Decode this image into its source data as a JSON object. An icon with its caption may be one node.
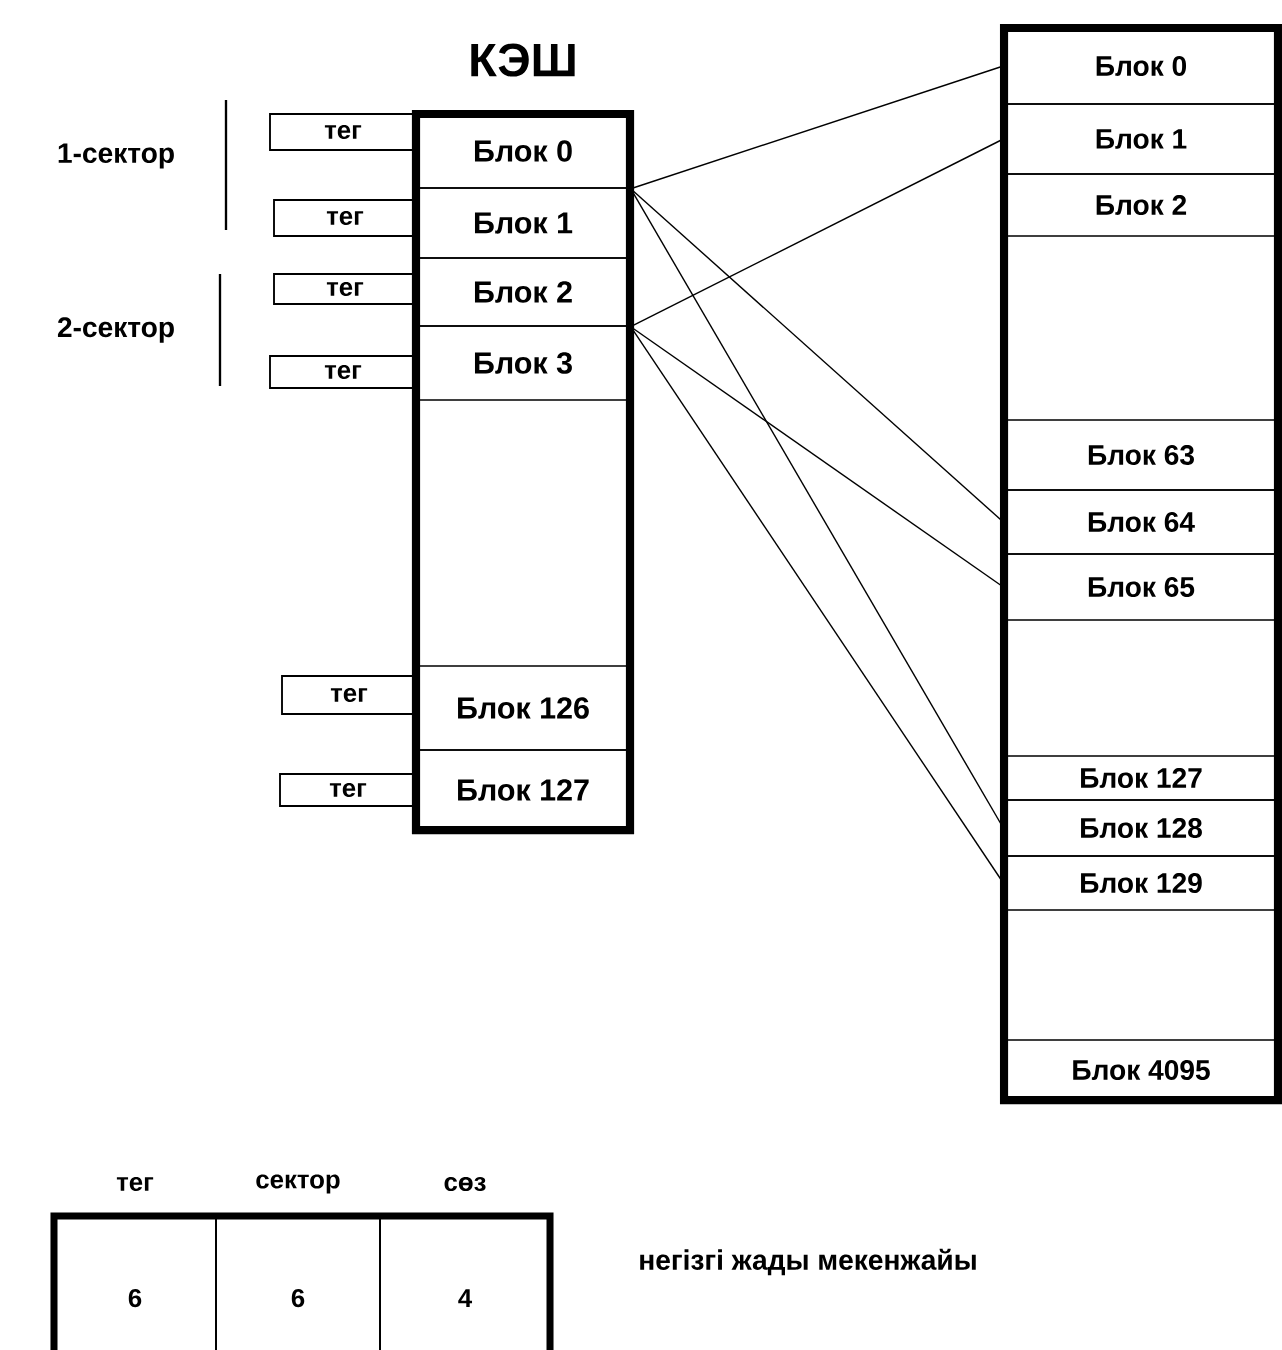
{
  "diagram": {
    "nodes": [
      {
        "text": [
          "КЭШ"
        ]
      },
      {
        "text": [
          "Блок 0"
        ],
        "in": 0
      },
      {
        "text": [
          "Блок 1"
        ],
        "in": 0
      },
      {
        "text": [
          "Блок 2"
        ],
        "in": 0
      },
      {
        "text": [
          "Блок 3"
        ],
        "in": 0
      },
      {
        "text": [
          "Блок 126"
        ],
        "in": 0
      },
      {
        "text": [
          "Блок 127"
        ],
        "in": 0
      },
      {
        "text": [
          "тег"
        ]
      },
      {
        "text": [
          "тег"
        ]
      },
      {
        "text": [
          "тег"
        ]
      },
      {
        "text": [
          "тег"
        ]
      },
      {
        "text": [
          "тег"
        ]
      },
      {
        "text": [
          "тег"
        ]
      },
      {
        "text": [],
        "shape": "box"
      },
      {
        "text": [
          "Блок 0"
        ],
        "in": 13
      },
      {
        "text": [
          "Блок 1"
        ],
        "in": 13
      },
      {
        "text": [
          "Блок 2"
        ],
        "in": 13
      },
      {
        "text": [
          "Блок 63"
        ],
        "in": 13
      },
      {
        "text": [
          "Блок 64"
        ],
        "in": 13
      },
      {
        "text": [
          "Блок 65"
        ],
        "in": 13
      },
      {
        "text": [
          "Блок 127"
        ],
        "in": 13
      },
      {
        "text": [
          "Блок 128"
        ],
        "in": 13
      },
      {
        "text": [
          "Блок 129"
        ],
        "in": 13
      },
      {
        "text": [
          "Блок 4095"
        ],
        "in": 13
      },
      {
        "text": [],
        "shape": "box",
        "beside": [
          "негізгі жады мекенжайы"
        ]
      },
      {
        "text": [
          "тег",
          "6"
        ],
        "in": 24
      },
      {
        "text": [
          "сектор",
          "6"
        ],
        "in": 24
      },
      {
        "text": [
          "сөз",
          "4"
        ],
        "in": 24
      }
    ],
    "edges": [
      {
        "from": 1,
        "to": 14,
        "arrow": "none"
      },
      {
        "from": 1,
        "to": 18,
        "arrow": "none"
      },
      {
        "from": 1,
        "to": 21,
        "arrow": "none"
      },
      {
        "from": 3,
        "to": 15,
        "arrow": "none"
      },
      {
        "from": 3,
        "to": 19,
        "arrow": "none"
      },
      {
        "from": 3,
        "to": 22,
        "arrow": "none"
      }
    ],
    "labels": [
      "1-сектор",
      "2-сектор"
    ]
  }
}
